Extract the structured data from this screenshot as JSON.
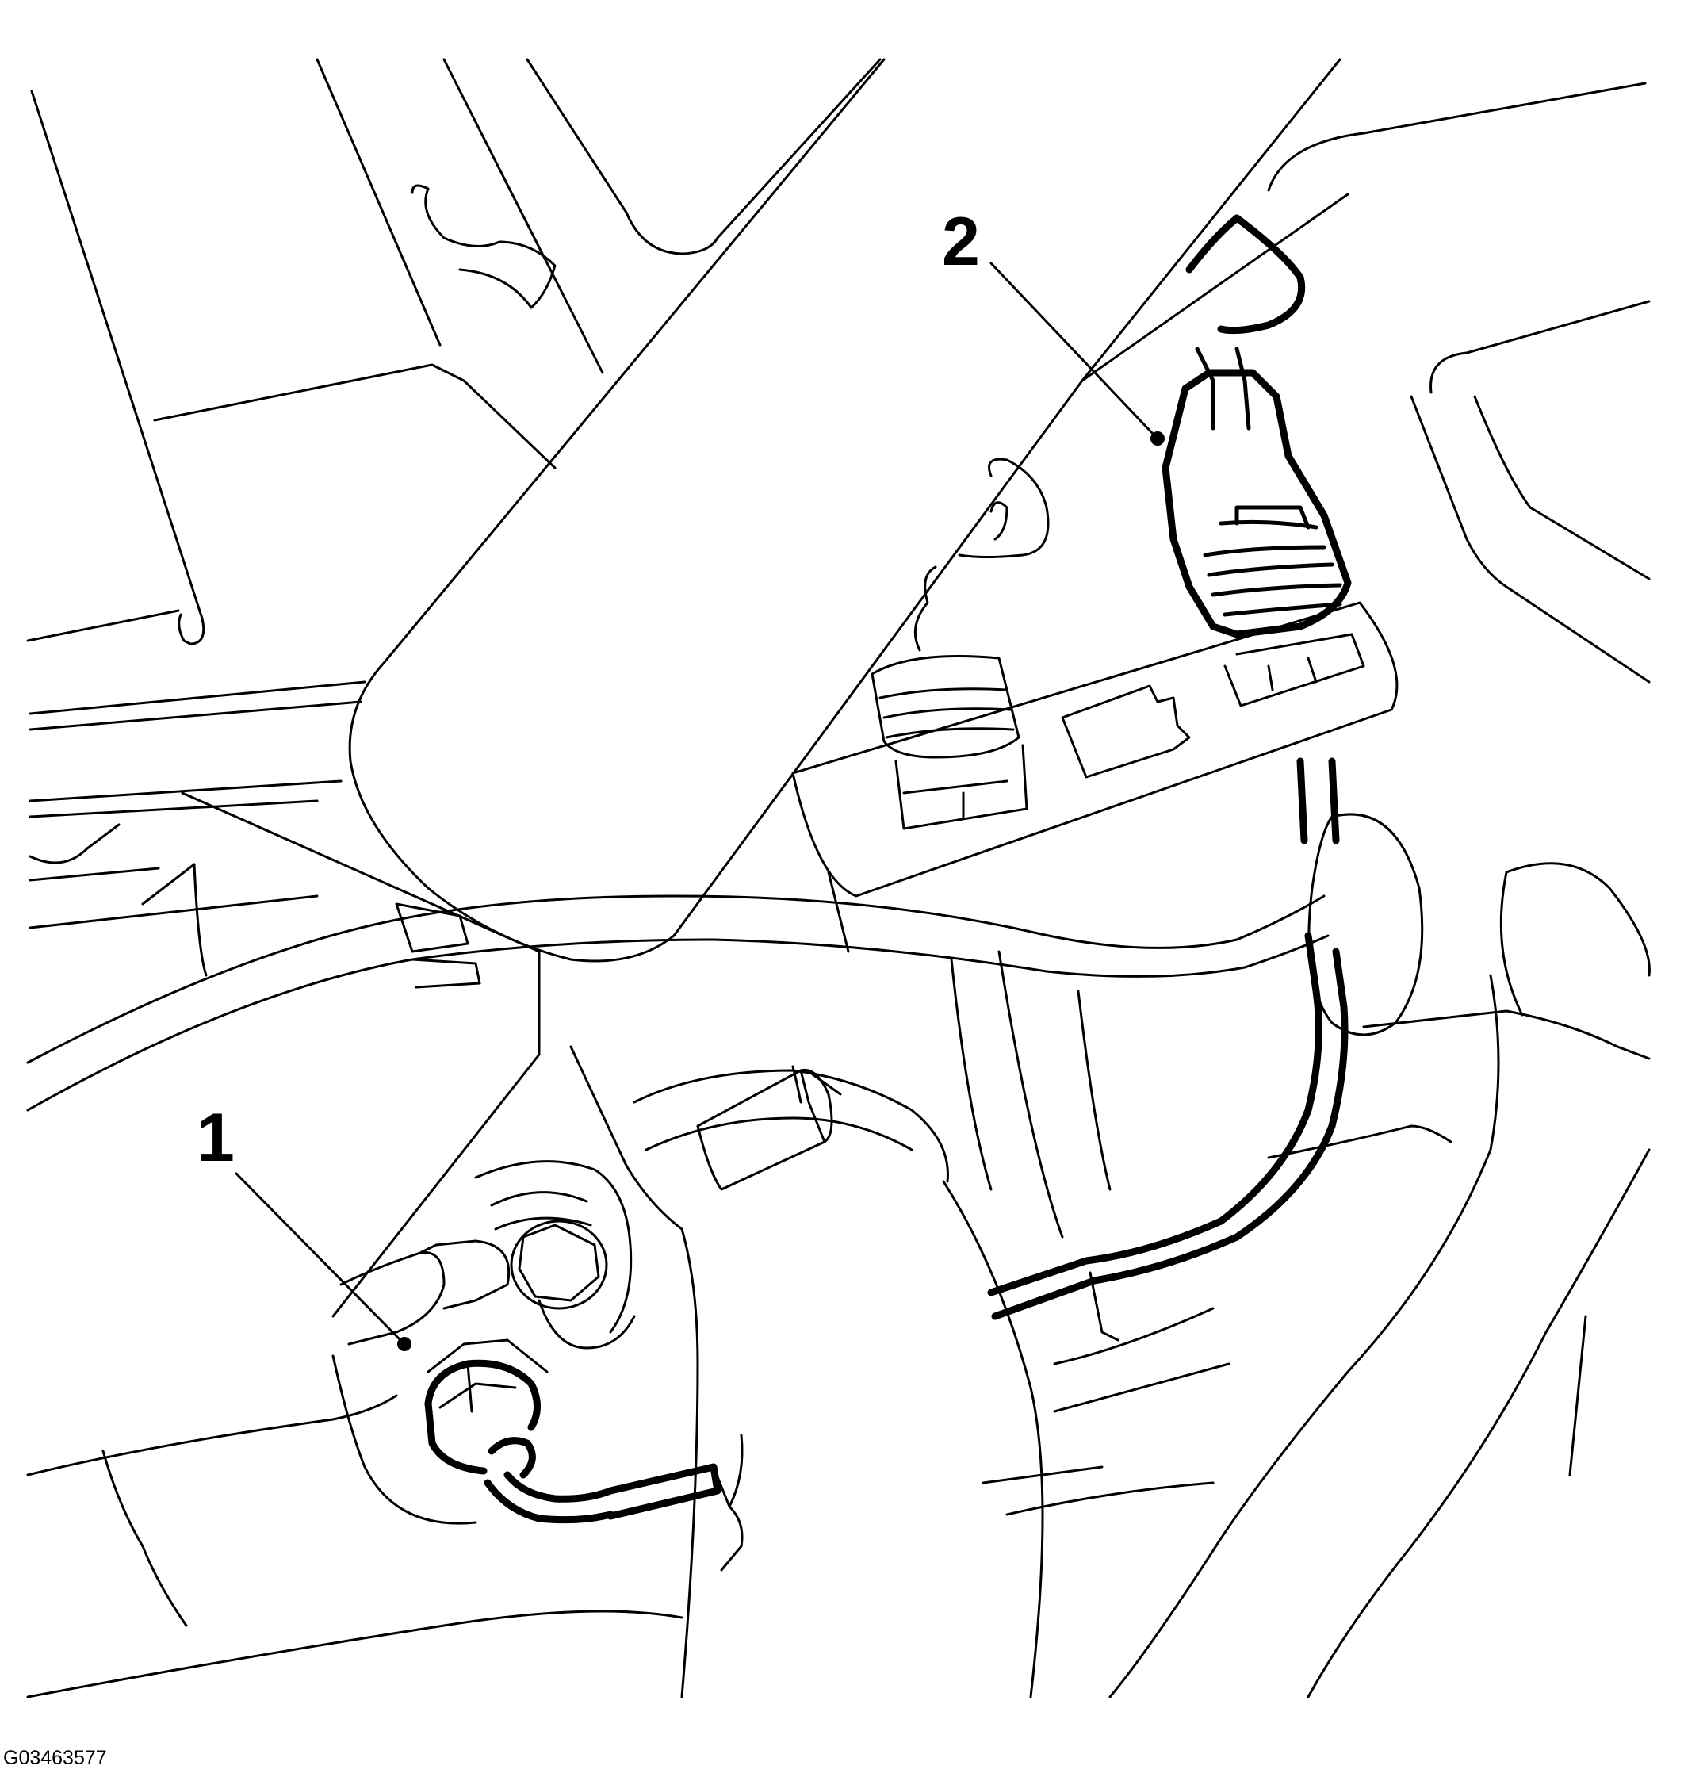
{
  "callouts": [
    {
      "number": "1"
    },
    {
      "number": "2"
    }
  ],
  "figure_id": "G03463577"
}
